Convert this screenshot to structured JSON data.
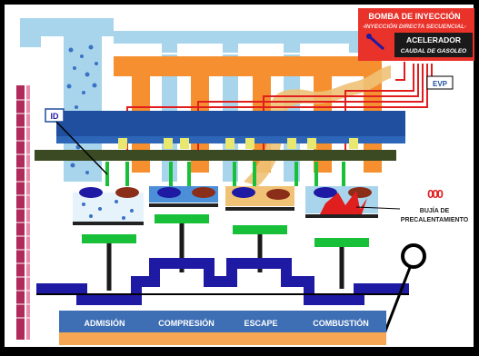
{
  "pump": {
    "title": "BOMBA DE INYECCIÓN",
    "subtitle": "-INYECCIÓN DIRECTA SECUENCIAL-",
    "accelerator": "ACELERADOR",
    "fuel_flow": "CAUDAL DE GASOLEO"
  },
  "evp_label": "EVP",
  "id_label": "ID",
  "glow_plug": {
    "line1": "BUJÍA DE",
    "line2": "PRECALENTAMIENTO",
    "symbol": "000"
  },
  "strokes": [
    "ADMISIÓN",
    "COMPRESIÓN",
    "ESCAPE",
    "COMBUSTIÓN"
  ],
  "colors": {
    "background": "#ffffff",
    "intake": "#a9d5ec",
    "exhaust": "#f58f2f",
    "block": "#1f4f9e",
    "crank": "#1f1aa3",
    "pump": "#e8322a",
    "fuel_line": "#e11e1e",
    "camshaft": "#3b4a22",
    "accent_green": "#18c03a",
    "accent_yellow": "#e8e870",
    "base": "#f7a653",
    "base_panel": "#3e6eb4"
  }
}
